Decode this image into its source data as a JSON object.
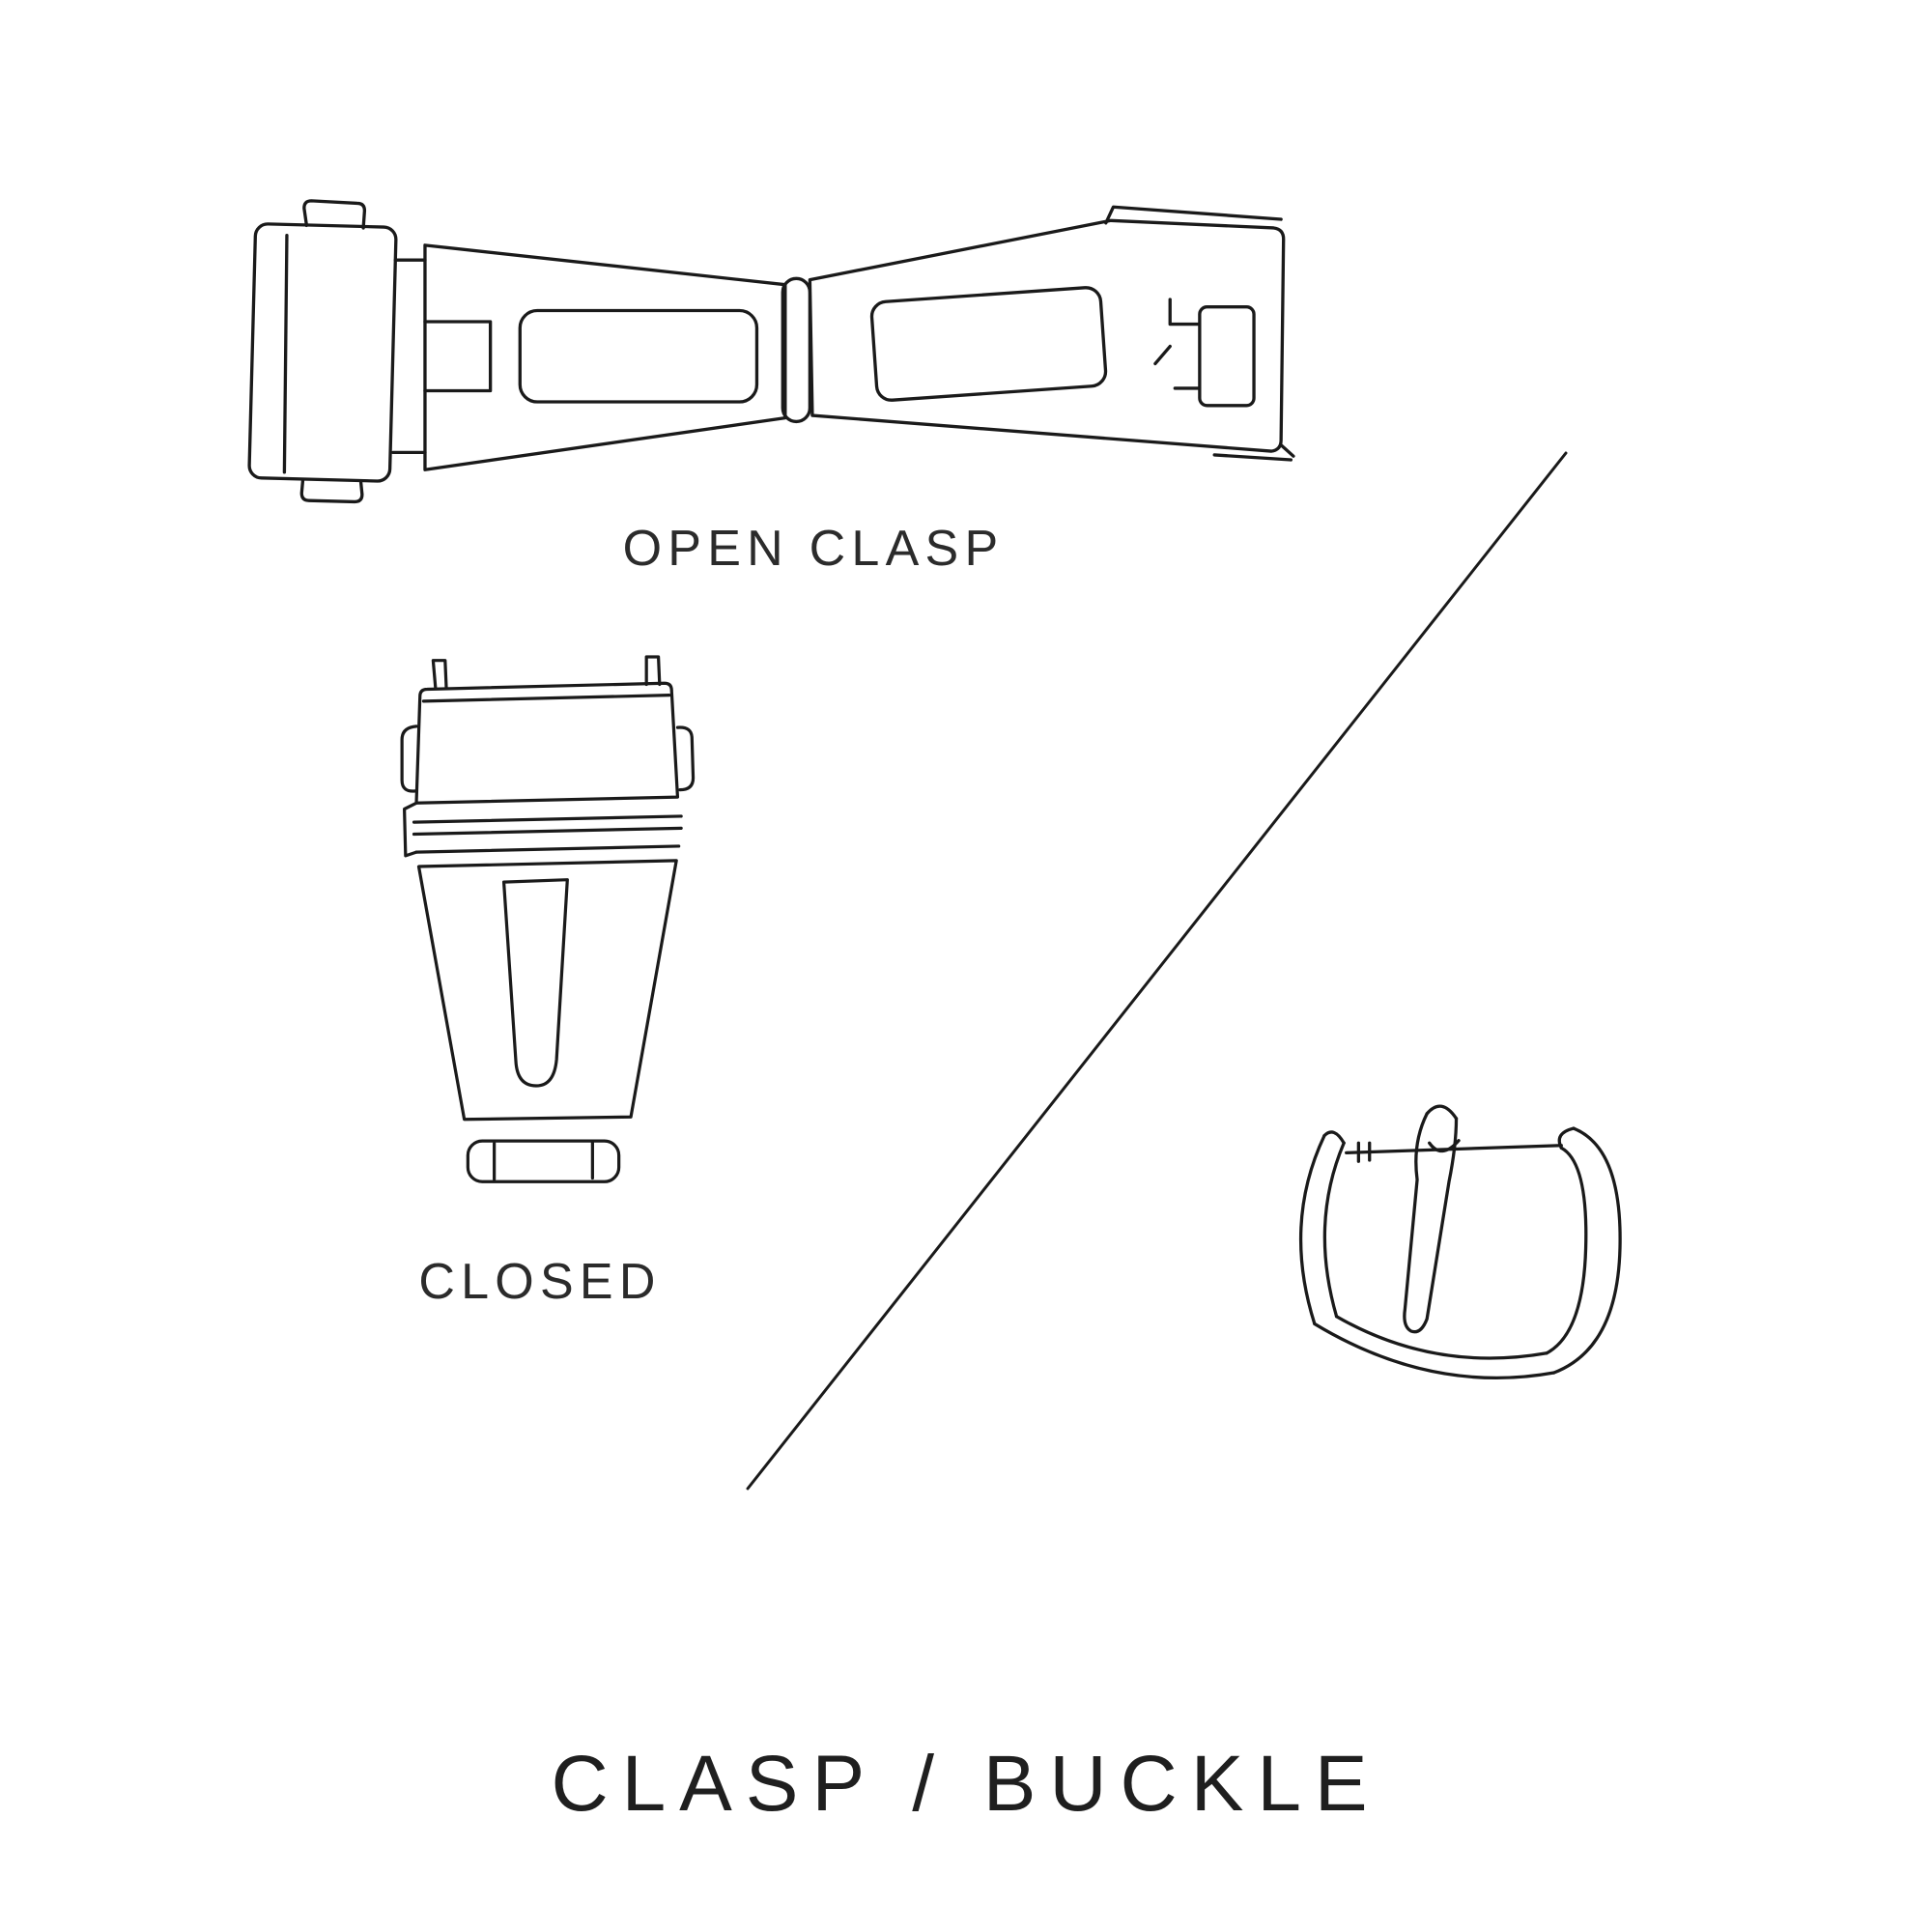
{
  "page": {
    "background": "#ffffff",
    "line_color": "#1a1a1a",
    "text_color": "#2b2b2b"
  },
  "diagram": {
    "title": "CLASP / BUCKLE",
    "figures": [
      {
        "id": "open-clasp",
        "icon": "open-clasp-illustration",
        "label": "OPEN CLASP"
      },
      {
        "id": "closed-clasp",
        "icon": "closed-clasp-illustration",
        "label": "CLOSED"
      },
      {
        "id": "buckle",
        "icon": "buckle-illustration",
        "label": ""
      }
    ],
    "divider": {
      "icon": "diagonal-divider-line"
    }
  }
}
